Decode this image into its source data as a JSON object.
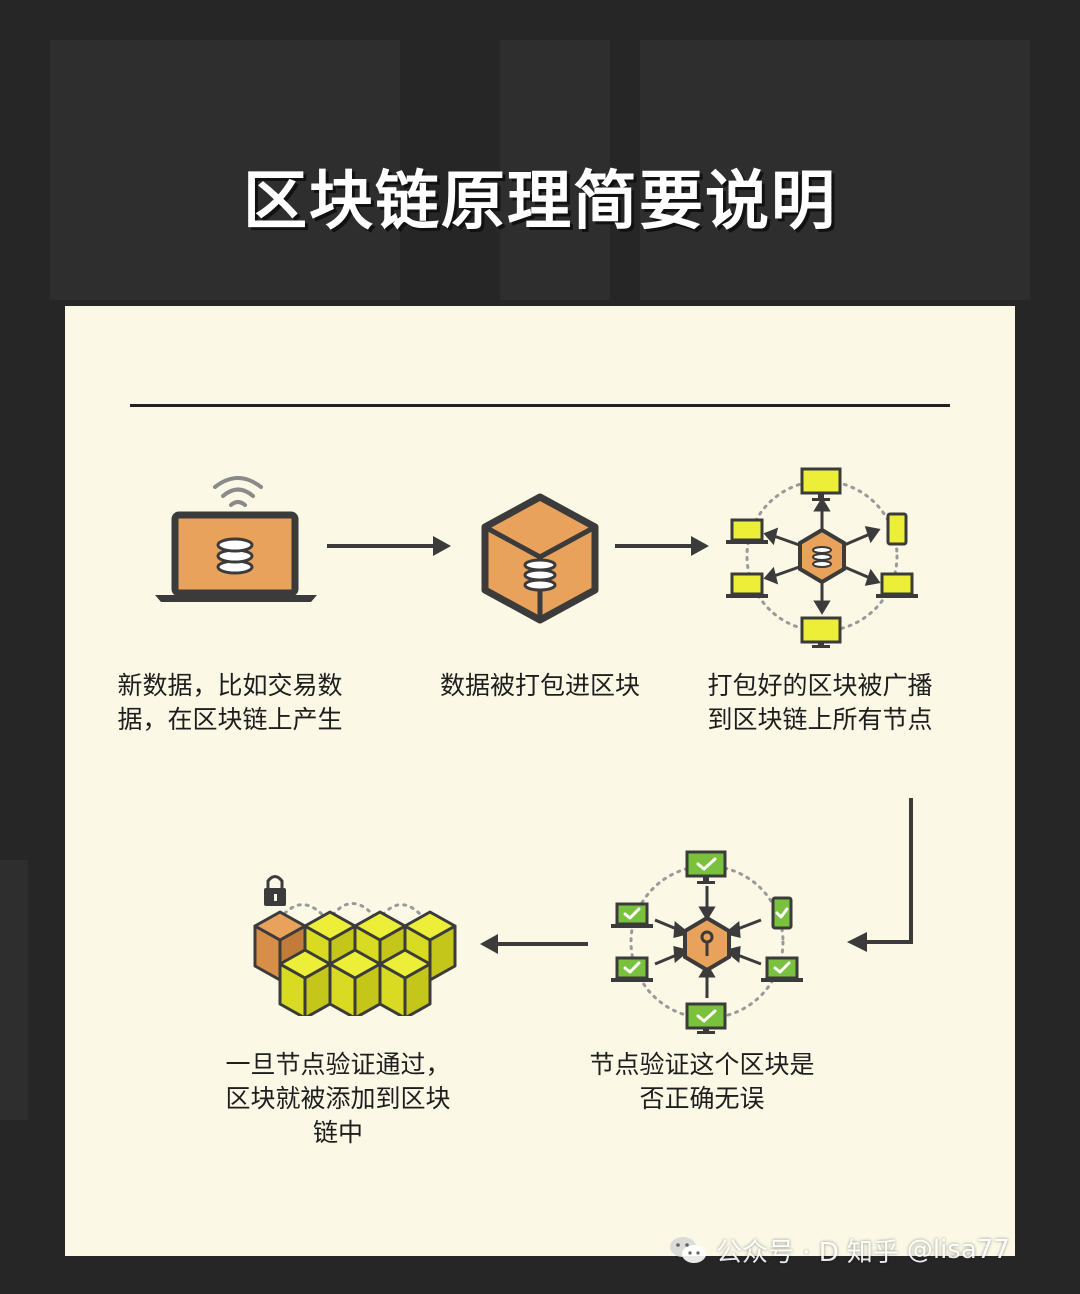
{
  "title": "区块链原理简要说明",
  "steps": [
    {
      "caption": "新数据，比如交易数\n据，在区块链上产生",
      "icon": "laptop-database-icon"
    },
    {
      "caption": "数据被打包进区块",
      "icon": "cube-database-icon"
    },
    {
      "caption": "打包好的区块被广播\n到区块链上所有节点",
      "icon": "broadcast-network-icon"
    },
    {
      "caption": "节点验证这个区块是\n否正确无误",
      "icon": "validation-network-icon"
    },
    {
      "caption": "一旦节点验证通过，\n区块就被添加到区块\n链中",
      "icon": "blockchain-icon"
    }
  ],
  "watermark": {
    "channel": "公众号 · D",
    "site": "知乎",
    "user": "@lisa77",
    "icon": "wechat-icon"
  },
  "colors": {
    "background": "#262626",
    "card": "#fbf9e6",
    "orange": "#e8a25c",
    "yellow": "#ecee38",
    "green": "#7ac23d",
    "outline": "#3b3b3b"
  }
}
